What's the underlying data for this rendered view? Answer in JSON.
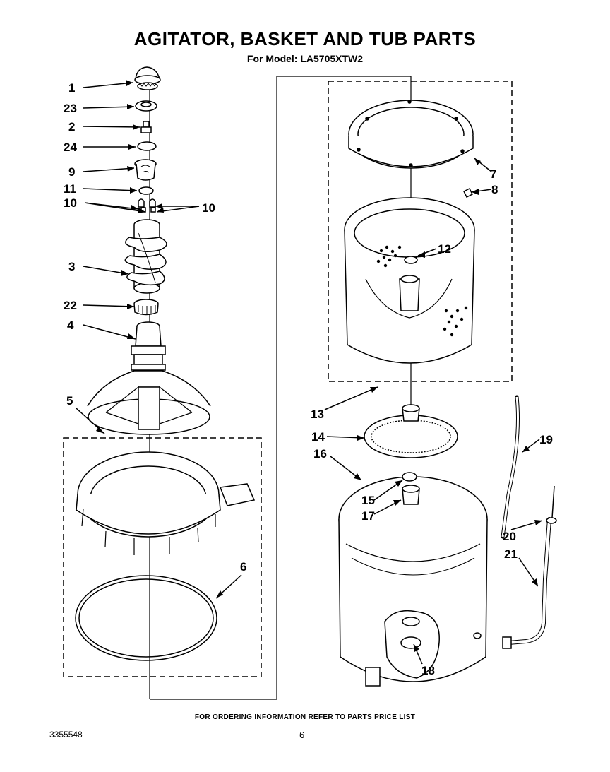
{
  "header": {
    "title": "AGITATOR, BASKET AND TUB PARTS",
    "subtitle": "For Model: LA5705XTW2"
  },
  "footer": {
    "note": "FOR ORDERING INFORMATION REFER TO PARTS PRICE LIST",
    "doc_number": "3355548",
    "page_number": "6"
  },
  "callouts": {
    "c1": "1",
    "c23": "23",
    "c2": "2",
    "c24": "24",
    "c9": "9",
    "c11": "11",
    "c10a": "10",
    "c10b": "10",
    "c3": "3",
    "c22": "22",
    "c4": "4",
    "c5": "5",
    "c6": "6",
    "c7": "7",
    "c8": "8",
    "c12": "12",
    "c13": "13",
    "c14": "14",
    "c16": "16",
    "c15": "15",
    "c17": "17",
    "c19": "19",
    "c20": "20",
    "c21": "21",
    "c18": "18"
  }
}
